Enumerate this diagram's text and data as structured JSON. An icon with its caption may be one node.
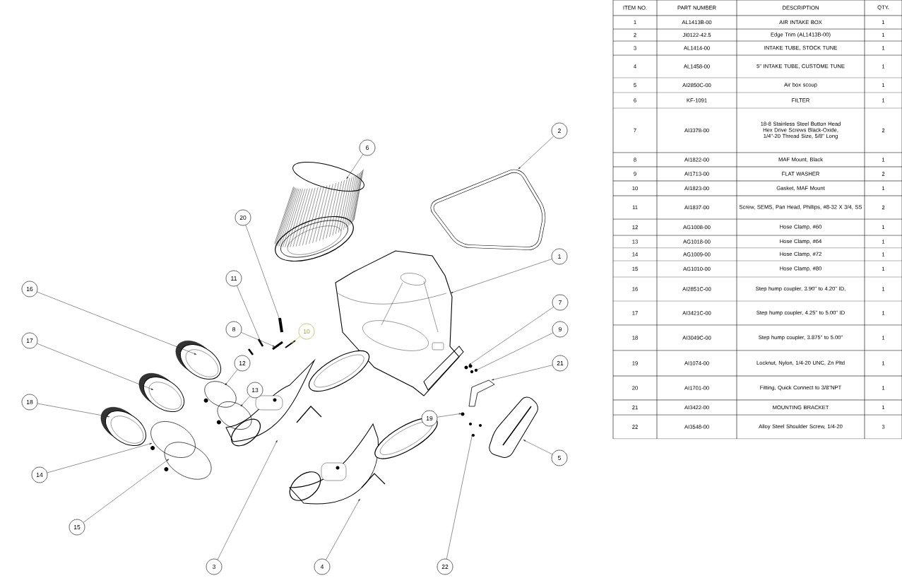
{
  "diagram": {
    "nodes": [
      {
        "text": [
          "1"
        ]
      },
      {
        "text": [
          "2"
        ]
      },
      {
        "text": [
          "3"
        ]
      },
      {
        "text": [
          "4"
        ]
      },
      {
        "text": [
          "5"
        ]
      },
      {
        "text": [
          "6"
        ]
      },
      {
        "text": [
          "7"
        ]
      },
      {
        "text": [
          "8"
        ]
      },
      {
        "text": [
          "9"
        ]
      },
      {
        "text": [
          "10"
        ]
      },
      {
        "text": [
          "11"
        ]
      },
      {
        "text": [
          "12"
        ]
      },
      {
        "text": [
          "13"
        ]
      },
      {
        "text": [
          "14"
        ]
      },
      {
        "text": [
          "15"
        ]
      },
      {
        "text": [
          "16"
        ]
      },
      {
        "text": [
          "17"
        ]
      },
      {
        "text": [
          "18"
        ]
      },
      {
        "text": [
          "19"
        ]
      },
      {
        "text": [
          "20"
        ]
      },
      {
        "text": [
          "21"
        ]
      },
      {
        "text": [
          "22"
        ]
      },
      {
        "text": [],
        "shape": "picture"
      },
      {
        "text": [],
        "shape": "picture"
      },
      {
        "text": [],
        "shape": "picture"
      },
      {
        "text": [],
        "shape": "picture"
      },
      {
        "text": [],
        "shape": "picture"
      },
      {
        "text": [],
        "shape": "picture"
      },
      {
        "text": [],
        "shape": "picture"
      },
      {
        "text": [],
        "shape": "picture"
      },
      {
        "text": [],
        "shape": "picture"
      },
      {
        "text": [],
        "shape": "picture"
      },
      {
        "text": [],
        "shape": "picture"
      },
      {
        "text": [],
        "shape": "picture"
      },
      {
        "text": [],
        "shape": "picture"
      },
      {
        "text": [],
        "shape": "picture"
      },
      {
        "text": [],
        "shape": "picture"
      },
      {
        "text": [],
        "shape": "picture"
      },
      {
        "text": [],
        "shape": "picture"
      },
      {
        "text": [],
        "shape": "picture"
      },
      {
        "text": [],
        "shape": "picture"
      },
      {
        "text": [],
        "shape": "picture"
      },
      {
        "text": [],
        "shape": "picture"
      },
      {
        "text": [],
        "shape": "picture"
      }
    ],
    "edges": [
      {
        "from": 0,
        "to": 22,
        "arrow": "to"
      },
      {
        "from": 1,
        "to": 23,
        "arrow": "to"
      },
      {
        "from": 2,
        "to": 24,
        "arrow": "to"
      },
      {
        "from": 3,
        "to": 25,
        "arrow": "to"
      },
      {
        "from": 4,
        "to": 26,
        "arrow": "to"
      },
      {
        "from": 5,
        "to": 27,
        "arrow": "to"
      },
      {
        "from": 6,
        "to": 28,
        "arrow": "to"
      },
      {
        "from": 7,
        "to": 29,
        "arrow": "to"
      },
      {
        "from": 8,
        "to": 30,
        "arrow": "to"
      },
      {
        "from": 9,
        "to": 31,
        "arrow": "to",
        "color": "#a3a32c"
      },
      {
        "from": 10,
        "to": 32,
        "arrow": "to"
      },
      {
        "from": 11,
        "to": 33,
        "arrow": "to"
      },
      {
        "from": 12,
        "to": 34,
        "arrow": "to"
      },
      {
        "from": 13,
        "to": 35,
        "arrow": "to"
      },
      {
        "from": 14,
        "to": 36,
        "arrow": "to"
      },
      {
        "from": 15,
        "to": 37,
        "arrow": "to"
      },
      {
        "from": 16,
        "to": 38,
        "arrow": "to"
      },
      {
        "from": 17,
        "to": 39,
        "arrow": "to"
      },
      {
        "from": 18,
        "to": 40,
        "arrow": "to"
      },
      {
        "from": 19,
        "to": 41,
        "arrow": "to"
      },
      {
        "from": 20,
        "to": 42,
        "arrow": "to"
      },
      {
        "from": 21,
        "to": 43,
        "arrow": "to"
      }
    ],
    "labels": [
      "ITEM NO.",
      "PART NUMBER",
      "DESCRIPTION",
      "QTY.",
      "1",
      "AL1413B-00",
      "AIR INTAKE BOX",
      "1",
      "2",
      "JI0122-42.5",
      "Edge Trim (AL1413B-00)",
      "1",
      "3",
      "AL1414-00",
      "INTAKE TUBE, STOCK TUNE",
      "1",
      "4",
      "AL1458-00",
      "5\" INTAKE TUBE, CUSTOME TUNE",
      "1",
      "5",
      "AI2850C-00",
      "Air box scoup",
      "1",
      "6",
      "KF-1091",
      "FILTER",
      "1",
      "7",
      "AI3378-00",
      "18-8 Stainless Steel Button Head Hex Drive Screws Black-Oxide, 1/4\"-20 Thread Size, 5/8\" Long",
      "2",
      "8",
      "AI1822-00",
      "MAF Mount, Black",
      "1",
      "9",
      "AI1713-00",
      "FLAT WASHER",
      "2",
      "10",
      "AI1823-00",
      "Gasket, MAF Mount",
      "1",
      "11",
      "AI1837-00",
      "Screw, SEMS, Pan Head, Phillips, #8-32 X 3/4, SS",
      "2",
      "12",
      "AG1008-00",
      "Hose Clamp, #60",
      "1",
      "13",
      "AG1018-00",
      "Hose Clamp, #64",
      "1",
      "14",
      "AG1009-00",
      "Hose Clamp, #72",
      "1",
      "15",
      "AG1010-00",
      "Hose Clamp, #80",
      "1",
      "16",
      "AI2851C-00",
      "Step hump coupler, 3.90\" to 4.20\" ID,",
      "1",
      "17",
      "AI3421C-00",
      "Step hump coupler, 4.25\" to 5.00\" ID",
      "1",
      "18",
      "AI3049C-00",
      "Step hump coupler, 3.875\" to 5.00\"",
      "1",
      "19",
      "AI1074-00",
      "Locknut, Nylon, 1/4-20 UNC, Zn Pltd",
      "1",
      "20",
      "AI1701-00",
      "Fitting, Quick Connect to 3/8\"NPT",
      "1",
      "21",
      "AI3422-00",
      "MOUNTING BRACKET",
      "1",
      "22",
      "AI3548-00",
      "Alloy Steel Shoulder Screw, 1/4-20",
      "3"
    ]
  }
}
